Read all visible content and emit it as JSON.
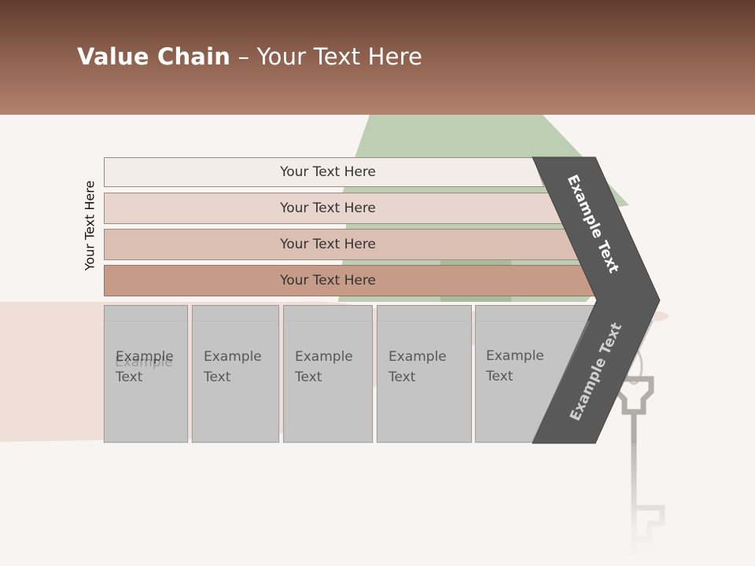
{
  "slide": {
    "title_bold": "Value Chain",
    "title_rest": " – Your Text Here",
    "vertical_label": "Your Text Here"
  },
  "bars": [
    {
      "label": "Your Text Here",
      "fill": "#f4ece9"
    },
    {
      "label": "Your Text Here",
      "fill": "#e7d5ce"
    },
    {
      "label": "Your Text Here",
      "fill": "#dbbfb3"
    },
    {
      "label": "Your Text Here",
      "fill": "#c69c89"
    }
  ],
  "boxes": [
    {
      "line1": "Example",
      "line2": "Text"
    },
    {
      "line1": "Example",
      "line2": "Text"
    },
    {
      "line1": "Example",
      "line2": "Text"
    },
    {
      "line1": "Example",
      "line2": "Text"
    },
    {
      "line1": "Example",
      "line2": "Text"
    }
  ],
  "chevron": {
    "upper_text": "Example Text",
    "lower_text": "Example Text",
    "fill": "#595959"
  },
  "colors": {
    "header_dark": "#5e3b2e",
    "header_light": "#b4826e",
    "box_fill": "#c4c4c4"
  }
}
